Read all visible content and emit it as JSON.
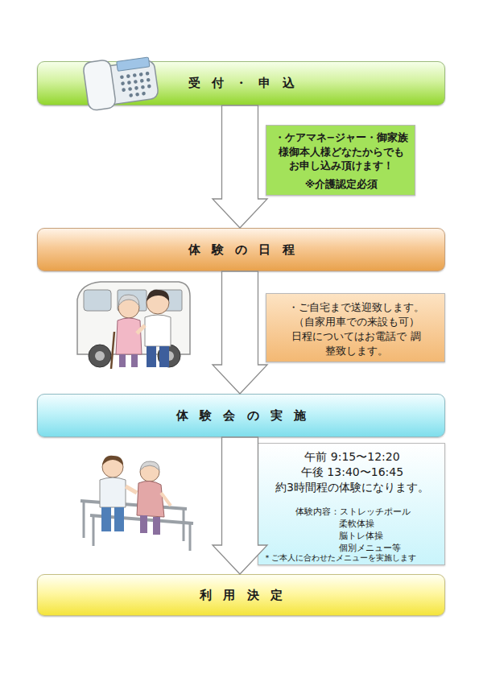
{
  "diagram": {
    "nodes": [
      {
        "text": [
          "受付・申込"
        ]
      },
      {
        "text": [
          "・ケアマネ−ジャー・御家族 様御本人様どなたからでも お申し込み頂けます！",
          "※介護認定必須"
        ]
      },
      {
        "text": [
          "体験の日程"
        ]
      },
      {
        "text": [
          "・ご自宅まで送迎致します。",
          "（自家用車での来設も可）",
          "日程についてはお電話で 調整致します。"
        ]
      },
      {
        "text": [
          "体験会の実施"
        ]
      },
      {
        "text": [
          "午前 9:15〜12:20",
          "午後 13:40〜16:45",
          "約3時間程の体験になります。",
          "体験内容：ストレッチポール",
          "柔軟体操",
          "脳トレ体操",
          "個別メニュー等",
          "＊ご本人に合わせたメニューを実施します"
        ]
      },
      {
        "text": [
          "利用決定"
        ]
      }
    ],
    "edges": [
      {
        "from": 0,
        "to": 2,
        "arrow": "to"
      },
      {
        "from": 2,
        "to": 4,
        "arrow": "to"
      },
      {
        "from": 4,
        "to": 6,
        "arrow": "to"
      }
    ]
  }
}
